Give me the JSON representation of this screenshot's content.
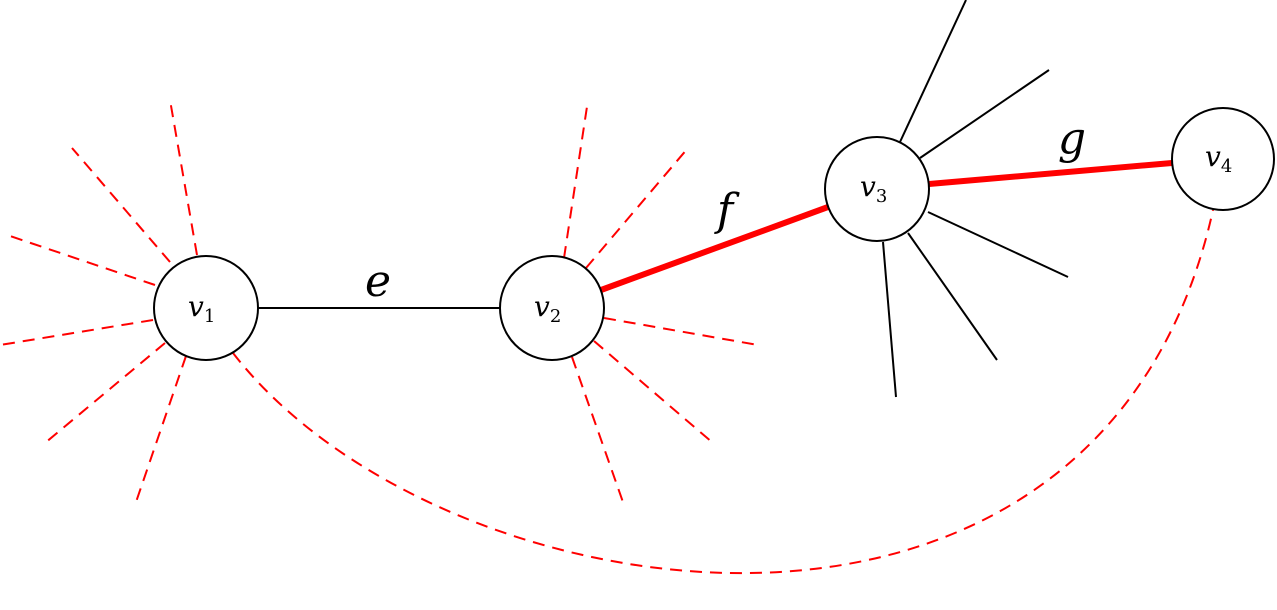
{
  "colors": {
    "highlight": "#ff0000",
    "stroke": "#000000",
    "background": "#ffffff"
  },
  "vertices": [
    {
      "id": "v1",
      "letter": "v",
      "subscript": "1"
    },
    {
      "id": "v2",
      "letter": "v",
      "subscript": "2"
    },
    {
      "id": "v3",
      "letter": "v",
      "subscript": "3"
    },
    {
      "id": "v4",
      "letter": "v",
      "subscript": "4"
    }
  ],
  "edges": [
    {
      "id": "e",
      "label": "e",
      "from": "v1",
      "to": "v2",
      "style": "solid-black"
    },
    {
      "id": "f",
      "label": "f",
      "from": "v2",
      "to": "v3",
      "style": "bold-red"
    },
    {
      "id": "g",
      "label": "g",
      "from": "v3",
      "to": "v4",
      "style": "bold-red"
    },
    {
      "id": "v1-v4",
      "label": "",
      "from": "v1",
      "to": "v4",
      "style": "dashed-red-arc"
    }
  ]
}
